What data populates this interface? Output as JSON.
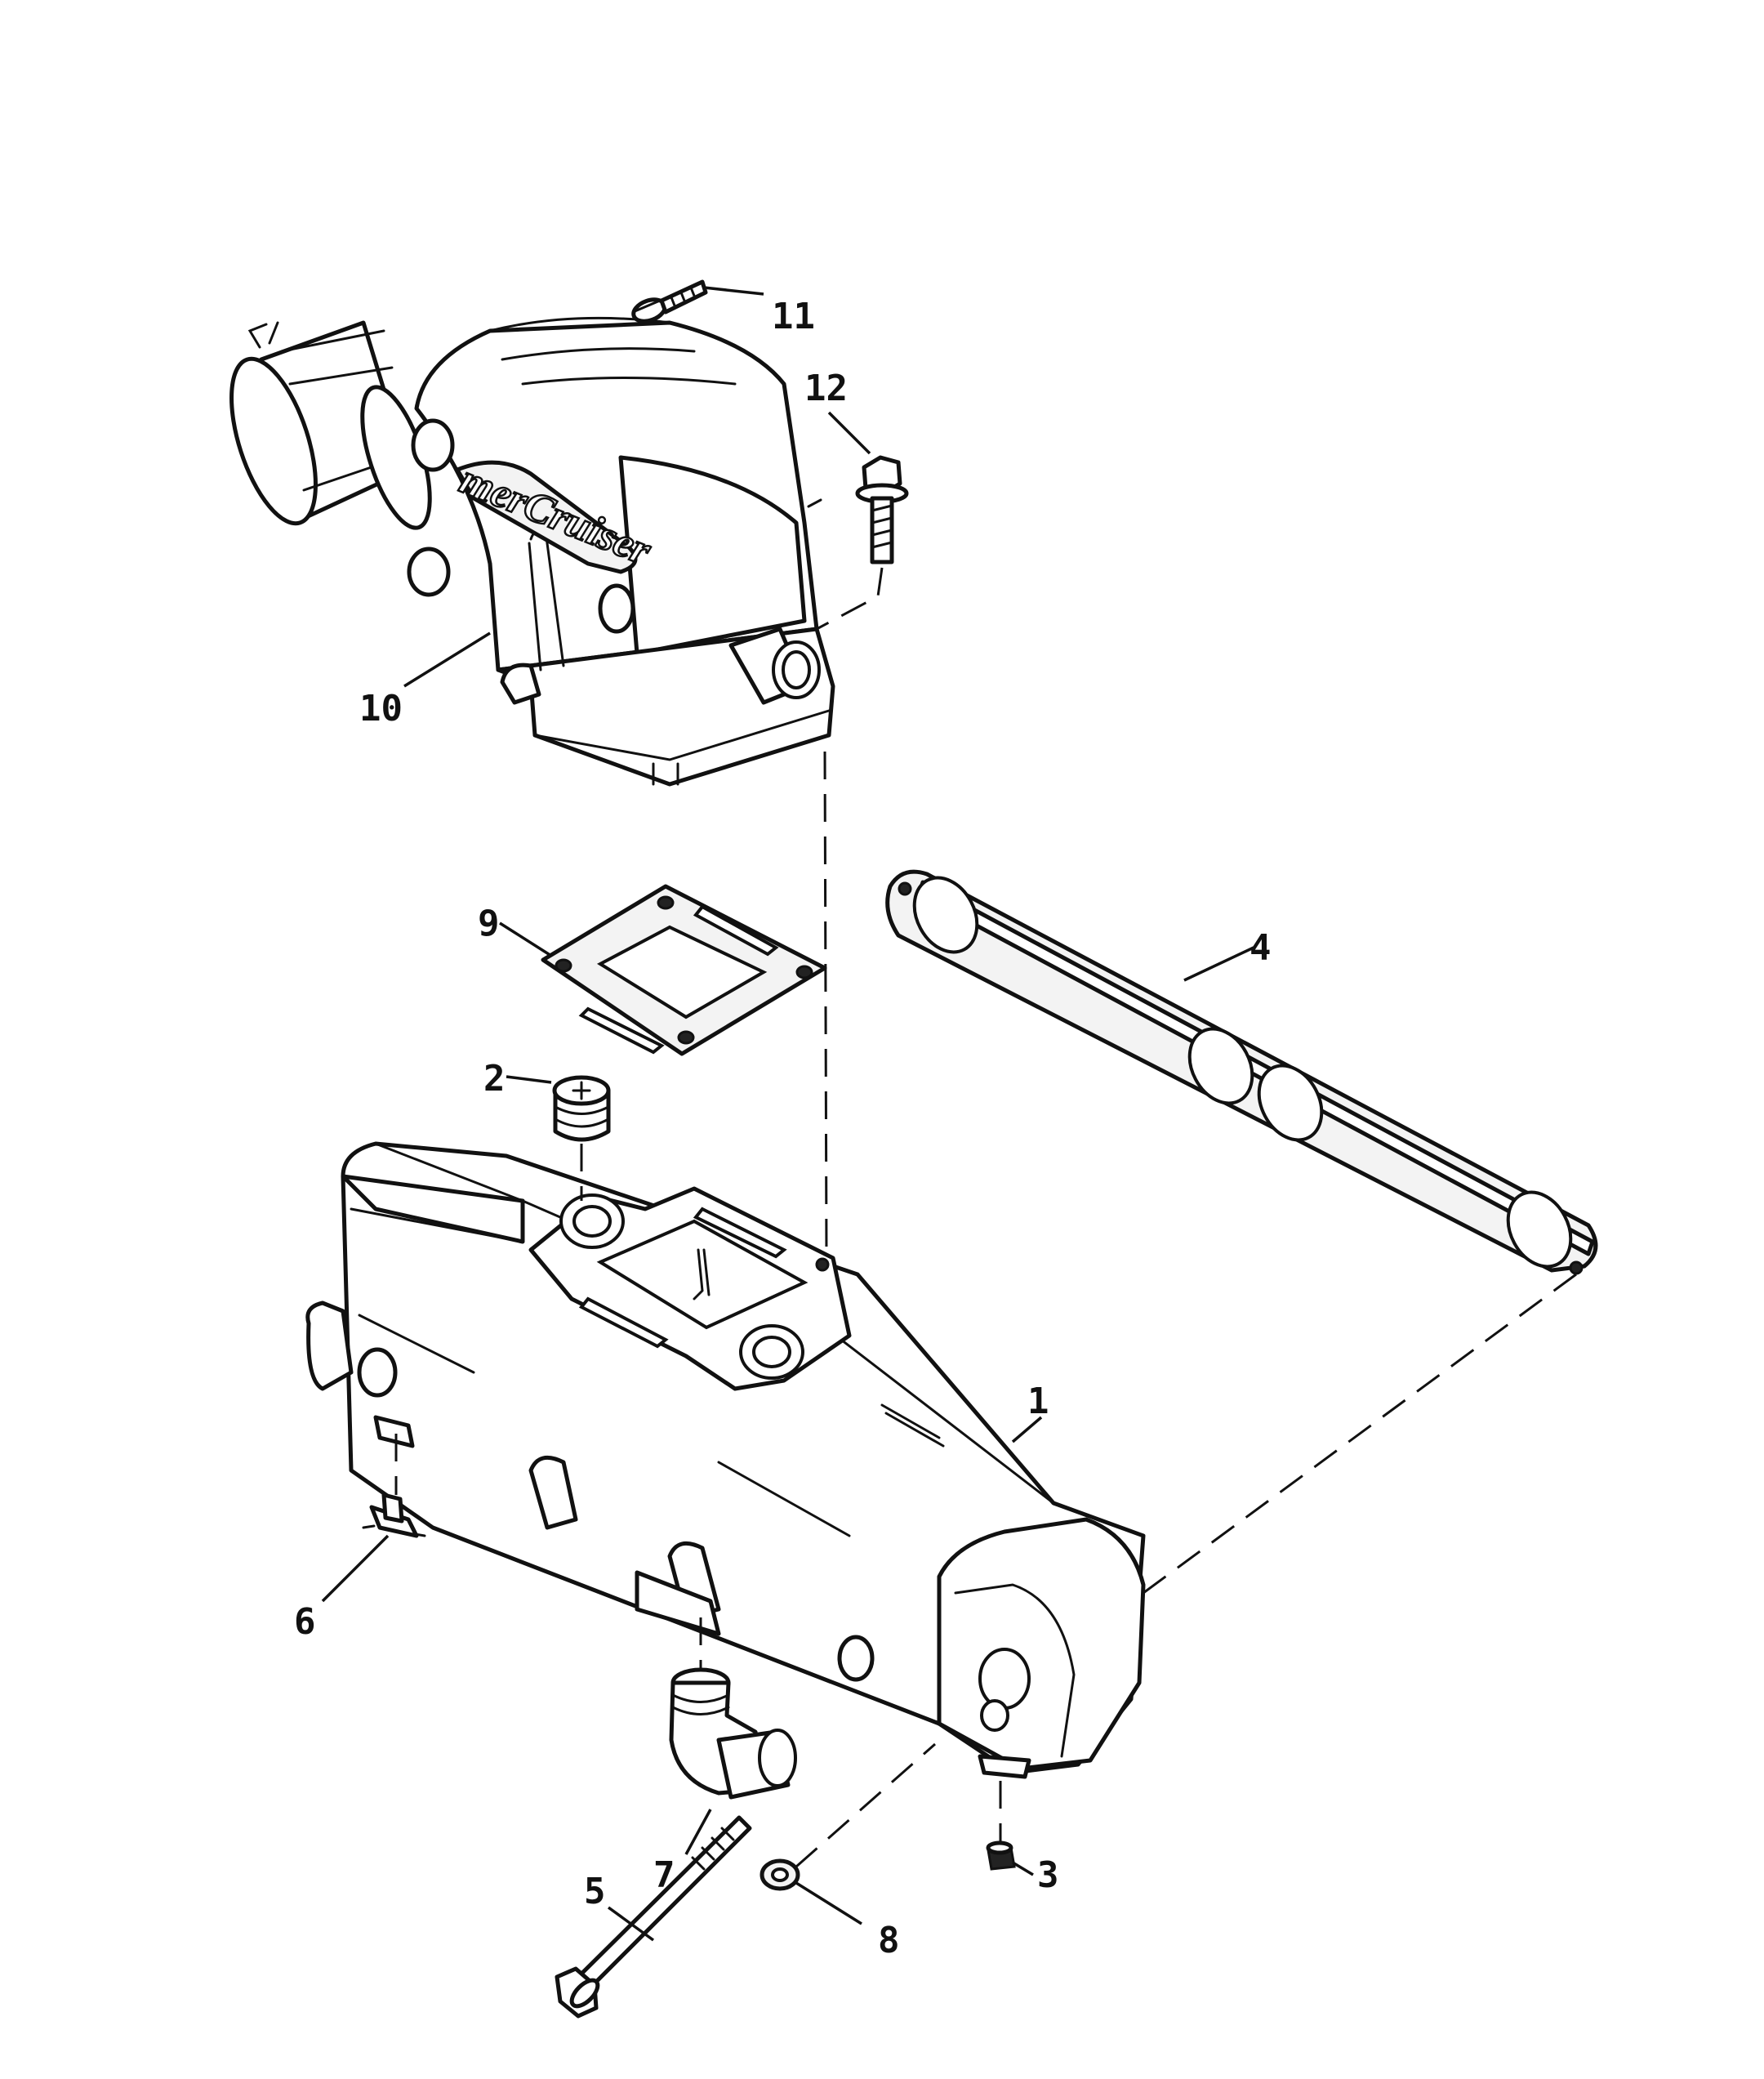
{
  "diagram": {
    "brand_text": "merCruiser",
    "callouts": [
      {
        "id": "1",
        "label": "1"
      },
      {
        "id": "2",
        "label": "2"
      },
      {
        "id": "3",
        "label": "3"
      },
      {
        "id": "4",
        "label": "4"
      },
      {
        "id": "5",
        "label": "5"
      },
      {
        "id": "6",
        "label": "6"
      },
      {
        "id": "7",
        "label": "7"
      },
      {
        "id": "8",
        "label": "8"
      },
      {
        "id": "9",
        "label": "9"
      },
      {
        "id": "10",
        "label": "10"
      },
      {
        "id": "11",
        "label": "11"
      },
      {
        "id": "12",
        "label": "12"
      }
    ]
  }
}
